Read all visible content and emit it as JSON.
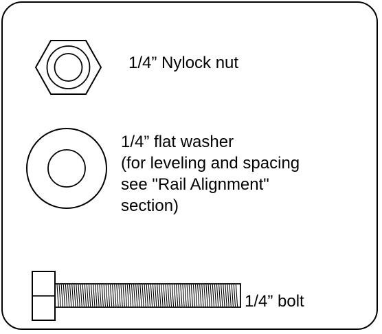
{
  "parts": {
    "nut": {
      "label": "1/4” Nylock nut",
      "icon": "hex-nut-icon"
    },
    "washer": {
      "label_lines": [
        "1/4” flat washer",
        "(for leveling and spacing",
        "see \"Rail Alignment\"",
        "section)"
      ],
      "icon": "flat-washer-icon"
    },
    "bolt": {
      "label": "1/4” bolt",
      "icon": "hex-bolt-icon"
    }
  },
  "colors": {
    "line": "#000000",
    "background": "#ffffff"
  }
}
